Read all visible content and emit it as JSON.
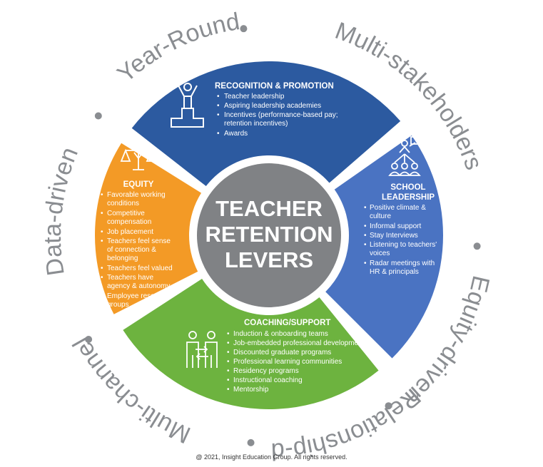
{
  "ring_labels": [
    "Data-driven",
    "Year-Round",
    "Multi-stakeholders",
    "Equity-driven",
    "Relationship-driven",
    "Multi-channel"
  ],
  "center": {
    "lines": [
      "TEACHER",
      "RETENTION",
      "LEVERS"
    ]
  },
  "segments": {
    "recognition": {
      "title": "RECOGNITION & PROMOTION",
      "items": [
        "Teacher leadership",
        "Aspiring leadership academies",
        "Incentives (performance-based pay;",
        "retention incentives)",
        "Awards"
      ],
      "color": "#2c5aa0",
      "icon": "podium-person-icon"
    },
    "leadership": {
      "title_lines": [
        "SCHOOL",
        "LEADERSHIP"
      ],
      "items": [
        "Positive climate &",
        "culture",
        "Informal support",
        "Stay Interviews",
        "Listening to teachers'",
        "voices",
        "Radar meetings with",
        "HR & principals"
      ],
      "color": "#4a73c2",
      "icon": "presenter-group-icon"
    },
    "coaching": {
      "title": "COACHING/SUPPORT",
      "items": [
        "Induction & onboarding teams",
        "Job-embedded professional development",
        "Discounted graduate programs",
        "Professional learning communities",
        "Residency programs",
        "Instructional coaching",
        "Mentorship"
      ],
      "color": "#6db33f",
      "icon": "two-people-exchange-icon"
    },
    "equity": {
      "title": "EQUITY",
      "items": [
        "Favorable working",
        "conditions",
        "Competitive",
        "compensation",
        "Job placement",
        "Teachers feel sense",
        "of connection &",
        "belonging",
        "Teachers feel valued",
        "Teachers have",
        "agency & autonomy",
        "Employee resource",
        "groups"
      ],
      "color": "#f39a26",
      "icon": "balance-scale-icon"
    }
  },
  "colors": {
    "ring": "#8a8d91",
    "center": "#808285",
    "inner_outline": "#ffffff"
  },
  "footer": "@ 2021, Insight Education Group. All rights reserved."
}
